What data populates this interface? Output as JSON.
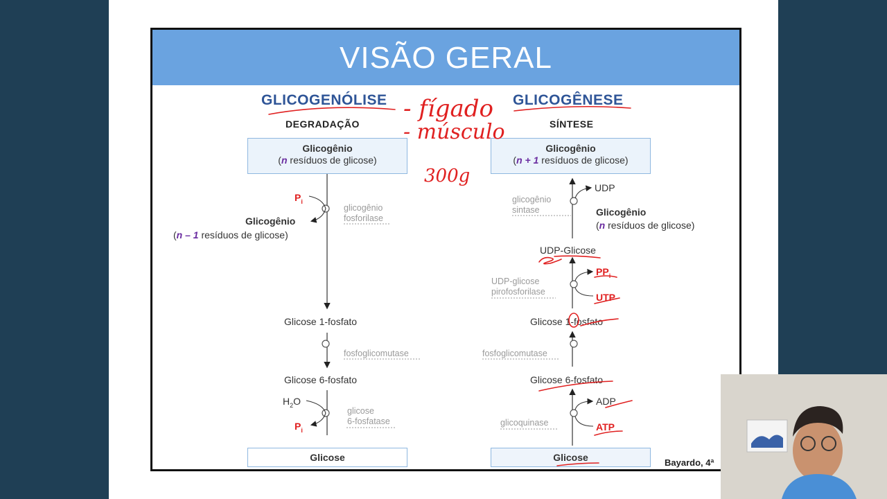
{
  "slide": {
    "title": "VISÃO GERAL",
    "left": {
      "heading": "GLICOGENÓLISE",
      "subheading": "DEGRADAÇÃO",
      "top_box": {
        "line1": "Glicogênio",
        "line2_var": "n",
        "line2_text": " resíduos de glicose)"
      },
      "pi_label": "P",
      "pi_sub": "i",
      "enzyme1": [
        "glicogênio",
        "fosforilase"
      ],
      "product_name": "Glicogênio",
      "product_var": "n – 1",
      "product_text": " resíduos de glicose)",
      "g1p": "Glicose 1-fosfato",
      "enzyme2": "fosfoglicomutase",
      "g6p": "Glicose 6-fosfato",
      "h2o": "H",
      "h2o_sub": "2",
      "h2o_end": "O",
      "pi2_label": "P",
      "pi2_sub": "i",
      "enzyme3": [
        "glicose",
        "6-fosfatase"
      ],
      "bottom_box": "Glicose"
    },
    "right": {
      "heading": "GLICOGÊNESE",
      "subheading": "SÍNTESE",
      "top_box": {
        "line1": "Glicogênio",
        "line2_var": "n + 1",
        "line2_text": " resíduos de glicose)"
      },
      "udp": "UDP",
      "enzyme1": [
        "glicogênio",
        "sintase"
      ],
      "product_name": "Glicogênio",
      "product_var": "n",
      "product_text": " resíduos de glicose)",
      "udp_glicose": "UDP-Glicose",
      "ppi": "PP",
      "ppi_sub": "i",
      "utp": "UTP",
      "enzyme2": [
        "UDP-glicose",
        "pirofosforilase"
      ],
      "g1p": "Glicose 1-fosfato",
      "enzyme3": "fosfoglicomutase",
      "g6p": "Glicose 6-fosfato",
      "adp": "ADP",
      "atp": "ATP",
      "enzyme4": "glicoquinase",
      "bottom_box": "Glicose"
    },
    "credit": "Bayardo, 4ª",
    "colors": {
      "banner": "#6aa3e0",
      "heading": "#2f5597",
      "ink": "#e02020"
    }
  },
  "handwriting": {
    "note1": "- fígado",
    "note2": "- músculo",
    "note3": "300g"
  },
  "webcam": {
    "description_icon": "presenter-video"
  }
}
